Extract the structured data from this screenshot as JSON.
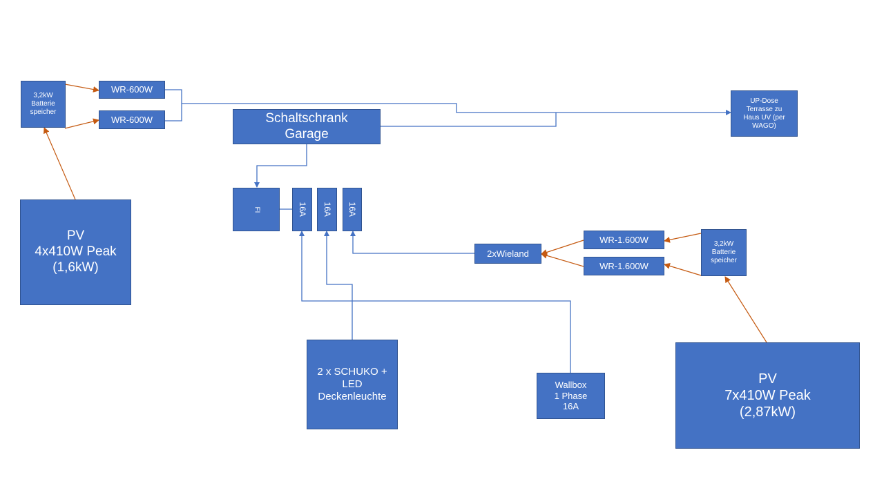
{
  "colors": {
    "box_fill": "#4472c4",
    "box_border": "#2f528f",
    "ac_line": "#4472c4",
    "dc_line": "#c55a11",
    "text": "#ffffff"
  },
  "boxes": {
    "batt_left": "3,2kW\nBatterie\nspeicher",
    "wr_left_1": "WR-600W",
    "wr_left_2": "WR-600W",
    "pv_left": "PV\n4x410W Peak\n(1,6kW)",
    "schaltschrank": "Schaltschrank\nGarage",
    "up_dose": "UP-Dose\nTerrasse zu\nHaus UV (per\nWAGO)",
    "fi": "FI",
    "fuse_1": "16A",
    "fuse_2": "16A",
    "fuse_3": "16A",
    "wieland": "2xWieland",
    "wr_right_1": "WR-1.600W",
    "wr_right_2": "WR-1.600W",
    "batt_right": "3,2kW\nBatterie\nspeicher",
    "schuko": "2 x SCHUKO +\nLED\nDeckenleuchte",
    "wallbox": "Wallbox\n1 Phase\n16A",
    "pv_right": "PV\n7x410W Peak\n(2,87kW)"
  }
}
